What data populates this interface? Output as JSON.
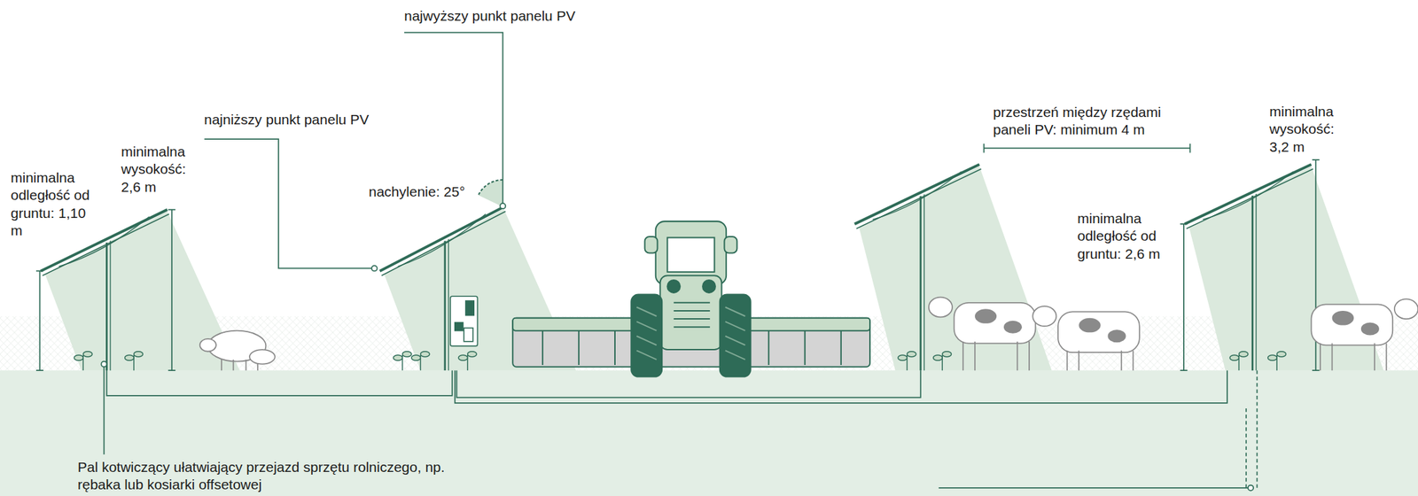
{
  "diagram": {
    "labels": [
      "minimalna odległość od gruntu: 1,10 m",
      "minimalna wysokość: 2,6 m",
      "najniższy punkt panelu PV",
      "najwyższy punkt panelu PV",
      "nachylenie: 25°",
      "przestrzeń między rzędami paneli PV: minimum 4 m",
      "minimalna odległość od gruntu: 2,6 m",
      "minimalna wysokość: 3,2 m",
      "Pal kotwiczący ułatwiający przejazd sprzętu rolniczego, np. rębaka lub kosiarki offsetowej"
    ]
  }
}
